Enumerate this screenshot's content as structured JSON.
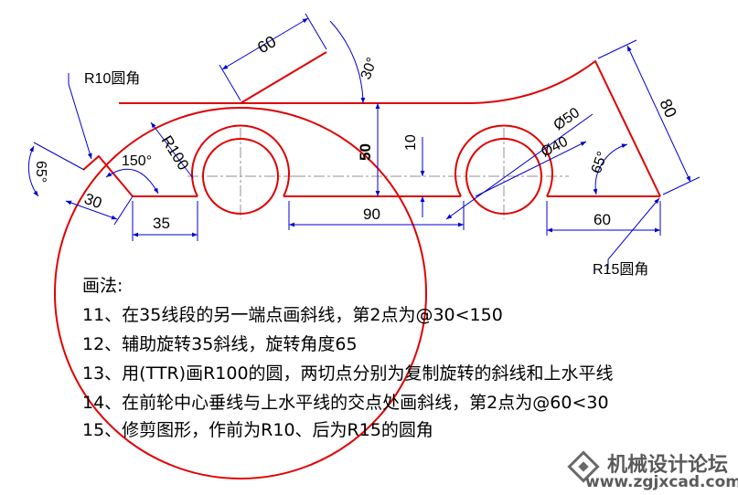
{
  "labels": {
    "r10_fillet": "R10圆角",
    "r15_fillet": "R15圆角",
    "r100": "R100",
    "dim_60_top": "60",
    "ang_30": "30°",
    "dim_80": "80",
    "dim_50": "50",
    "dim_10": "10",
    "dia_50": "Ø50",
    "dia_40": "Ø40",
    "ang_65_right": "65°",
    "ang_150": "150°",
    "ang_65_left": "65°",
    "dim_30": "30",
    "dim_35": "35",
    "dim_90": "90",
    "dim_60_bottom": "60"
  },
  "notes": {
    "title": "画法:",
    "step11": "11、在35线段的另一端点画斜线，第2点为@30<150",
    "step12": "12、辅助旋转35斜线，旋转角度65",
    "step13": "13、用(TTR)画R100的圆，两切点分别为复制旋转的斜线和上水平线",
    "step14": "14、在前轮中心垂线与上水平线的交点处画斜线，第2点为@60<30",
    "step15": "15、修剪图形，作前为R10、后为R15的圆角"
  },
  "watermark": {
    "site_name": "机械设计论坛",
    "url": "www.zgjxcad.com"
  },
  "colors": {
    "geometry": "#e00000",
    "dimension": "#0000d0",
    "centerline": "#909090",
    "text": "#000000"
  }
}
